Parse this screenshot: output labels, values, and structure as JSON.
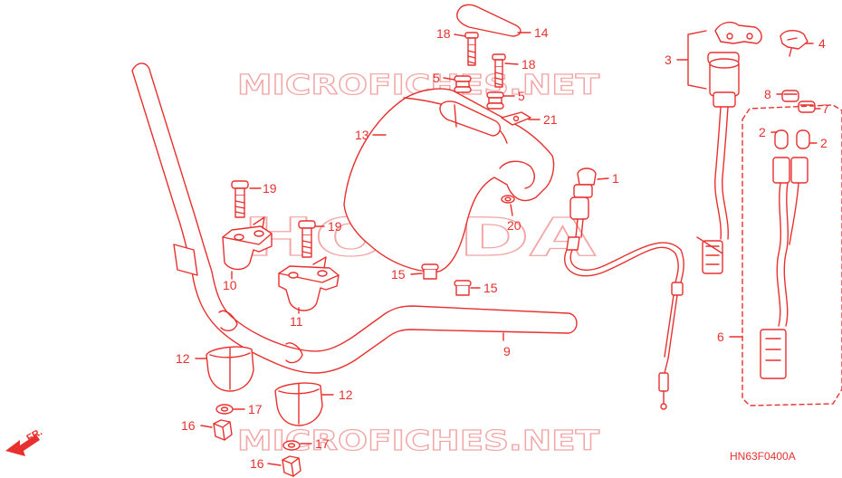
{
  "diagram": {
    "code": "HN63F0400A",
    "direction_label": "FR.",
    "watermarks": [
      "MICROFICHES.NET",
      "HONDA",
      "MICROFICHES.NET"
    ],
    "callouts": [
      {
        "id": "18a",
        "text": "18"
      },
      {
        "id": "14",
        "text": "14"
      },
      {
        "id": "5a",
        "text": "5"
      },
      {
        "id": "18b",
        "text": "18"
      },
      {
        "id": "5b",
        "text": "5"
      },
      {
        "id": "21",
        "text": "21"
      },
      {
        "id": "13",
        "text": "13"
      },
      {
        "id": "1",
        "text": "1"
      },
      {
        "id": "20",
        "text": "20"
      },
      {
        "id": "19a",
        "text": "19"
      },
      {
        "id": "19b",
        "text": "19"
      },
      {
        "id": "10",
        "text": "10"
      },
      {
        "id": "15a",
        "text": "15"
      },
      {
        "id": "15b",
        "text": "15"
      },
      {
        "id": "11",
        "text": "11"
      },
      {
        "id": "9",
        "text": "9"
      },
      {
        "id": "12a",
        "text": "12"
      },
      {
        "id": "12b",
        "text": "12"
      },
      {
        "id": "17a",
        "text": "17"
      },
      {
        "id": "17b",
        "text": "17"
      },
      {
        "id": "16a",
        "text": "16"
      },
      {
        "id": "16b",
        "text": "16"
      },
      {
        "id": "3",
        "text": "3"
      },
      {
        "id": "4",
        "text": "4"
      },
      {
        "id": "8",
        "text": "8"
      },
      {
        "id": "7",
        "text": "7"
      },
      {
        "id": "2a",
        "text": "2"
      },
      {
        "id": "2b",
        "text": "2"
      },
      {
        "id": "6",
        "text": "6"
      }
    ]
  },
  "colors": {
    "line": "#e8312f",
    "fill": "#ffffff",
    "watermark": "#f2a6a6"
  }
}
